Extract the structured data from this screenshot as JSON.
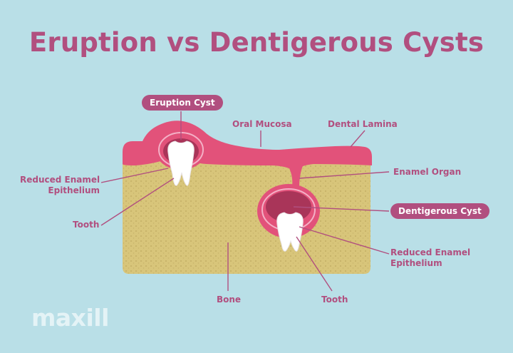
{
  "title": "Eruption vs Dentigerous Cysts",
  "labels": {
    "eruption_cyst": "Eruption Cyst",
    "oral_mucosa": "Oral Mucosa",
    "dental_lamina": "Dental Lamina",
    "enamel_organ": "Enamel Organ",
    "dentigerous_cyst": "Dentigerous Cyst",
    "ree_left_line1": "Reduced Enamel",
    "ree_left_line2": "Epithelium",
    "ree_right_line1": "Reduced Enamel",
    "ree_right_line2": "Epithelium",
    "tooth_left": "Tooth",
    "tooth_right": "Tooth",
    "bone": "Bone"
  },
  "logo": "maxill",
  "colors": {
    "background": "#b9dfe7",
    "accent": "#b14f7f",
    "mucosa": "#e2527a",
    "bone": "#d8c57a",
    "cyst_inner": "#a93559",
    "tooth": "#ffffff"
  }
}
